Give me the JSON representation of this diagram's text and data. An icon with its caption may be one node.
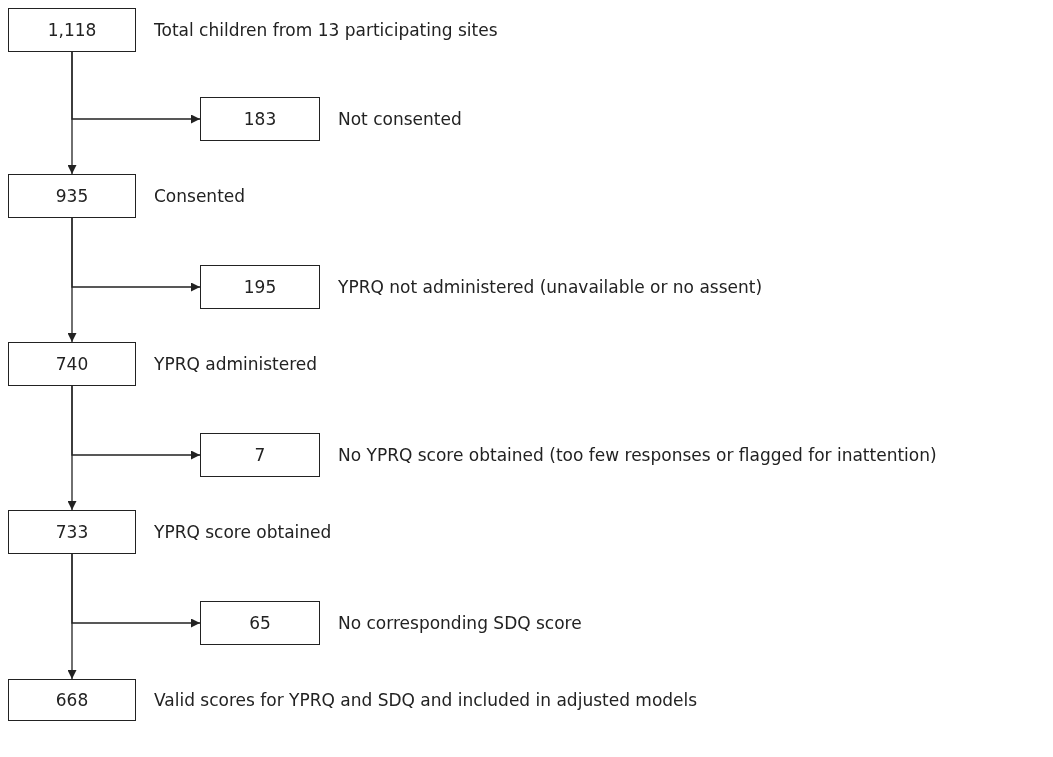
{
  "diagram": {
    "nodes": [
      {
        "text": [
          "1,118"
        ],
        "beside": [
          "Total children from 13 participating sites"
        ]
      },
      {
        "text": [
          "183"
        ],
        "beside": [
          "Not consented"
        ]
      },
      {
        "text": [
          "935"
        ],
        "beside": [
          "Consented"
        ]
      },
      {
        "text": [
          "195"
        ],
        "beside": [
          "YPRQ not administered (unavailable or no assent)"
        ]
      },
      {
        "text": [
          "740"
        ],
        "beside": [
          "YPRQ administered"
        ]
      },
      {
        "text": [
          "7"
        ],
        "beside": [
          "No YPRQ score obtained (too few responses or flagged for inattention)"
        ]
      },
      {
        "text": [
          "733"
        ],
        "beside": [
          "YPRQ score obtained"
        ]
      },
      {
        "text": [
          "65"
        ],
        "beside": [
          "No corresponding SDQ score"
        ]
      },
      {
        "text": [
          "668"
        ],
        "beside": [
          "Valid scores for YPRQ and SDQ and included in adjusted models"
        ]
      }
    ],
    "edges": [
      {
        "from": 0,
        "to": 2,
        "arrow": "to"
      },
      {
        "from": 0,
        "to": 1,
        "arrow": "to"
      },
      {
        "from": 2,
        "to": 4,
        "arrow": "to"
      },
      {
        "from": 2,
        "to": 3,
        "arrow": "to"
      },
      {
        "from": 4,
        "to": 6,
        "arrow": "to"
      },
      {
        "from": 4,
        "to": 5,
        "arrow": "to"
      },
      {
        "from": 6,
        "to": 8,
        "arrow": "to"
      },
      {
        "from": 6,
        "to": 7,
        "arrow": "to"
      }
    ]
  }
}
